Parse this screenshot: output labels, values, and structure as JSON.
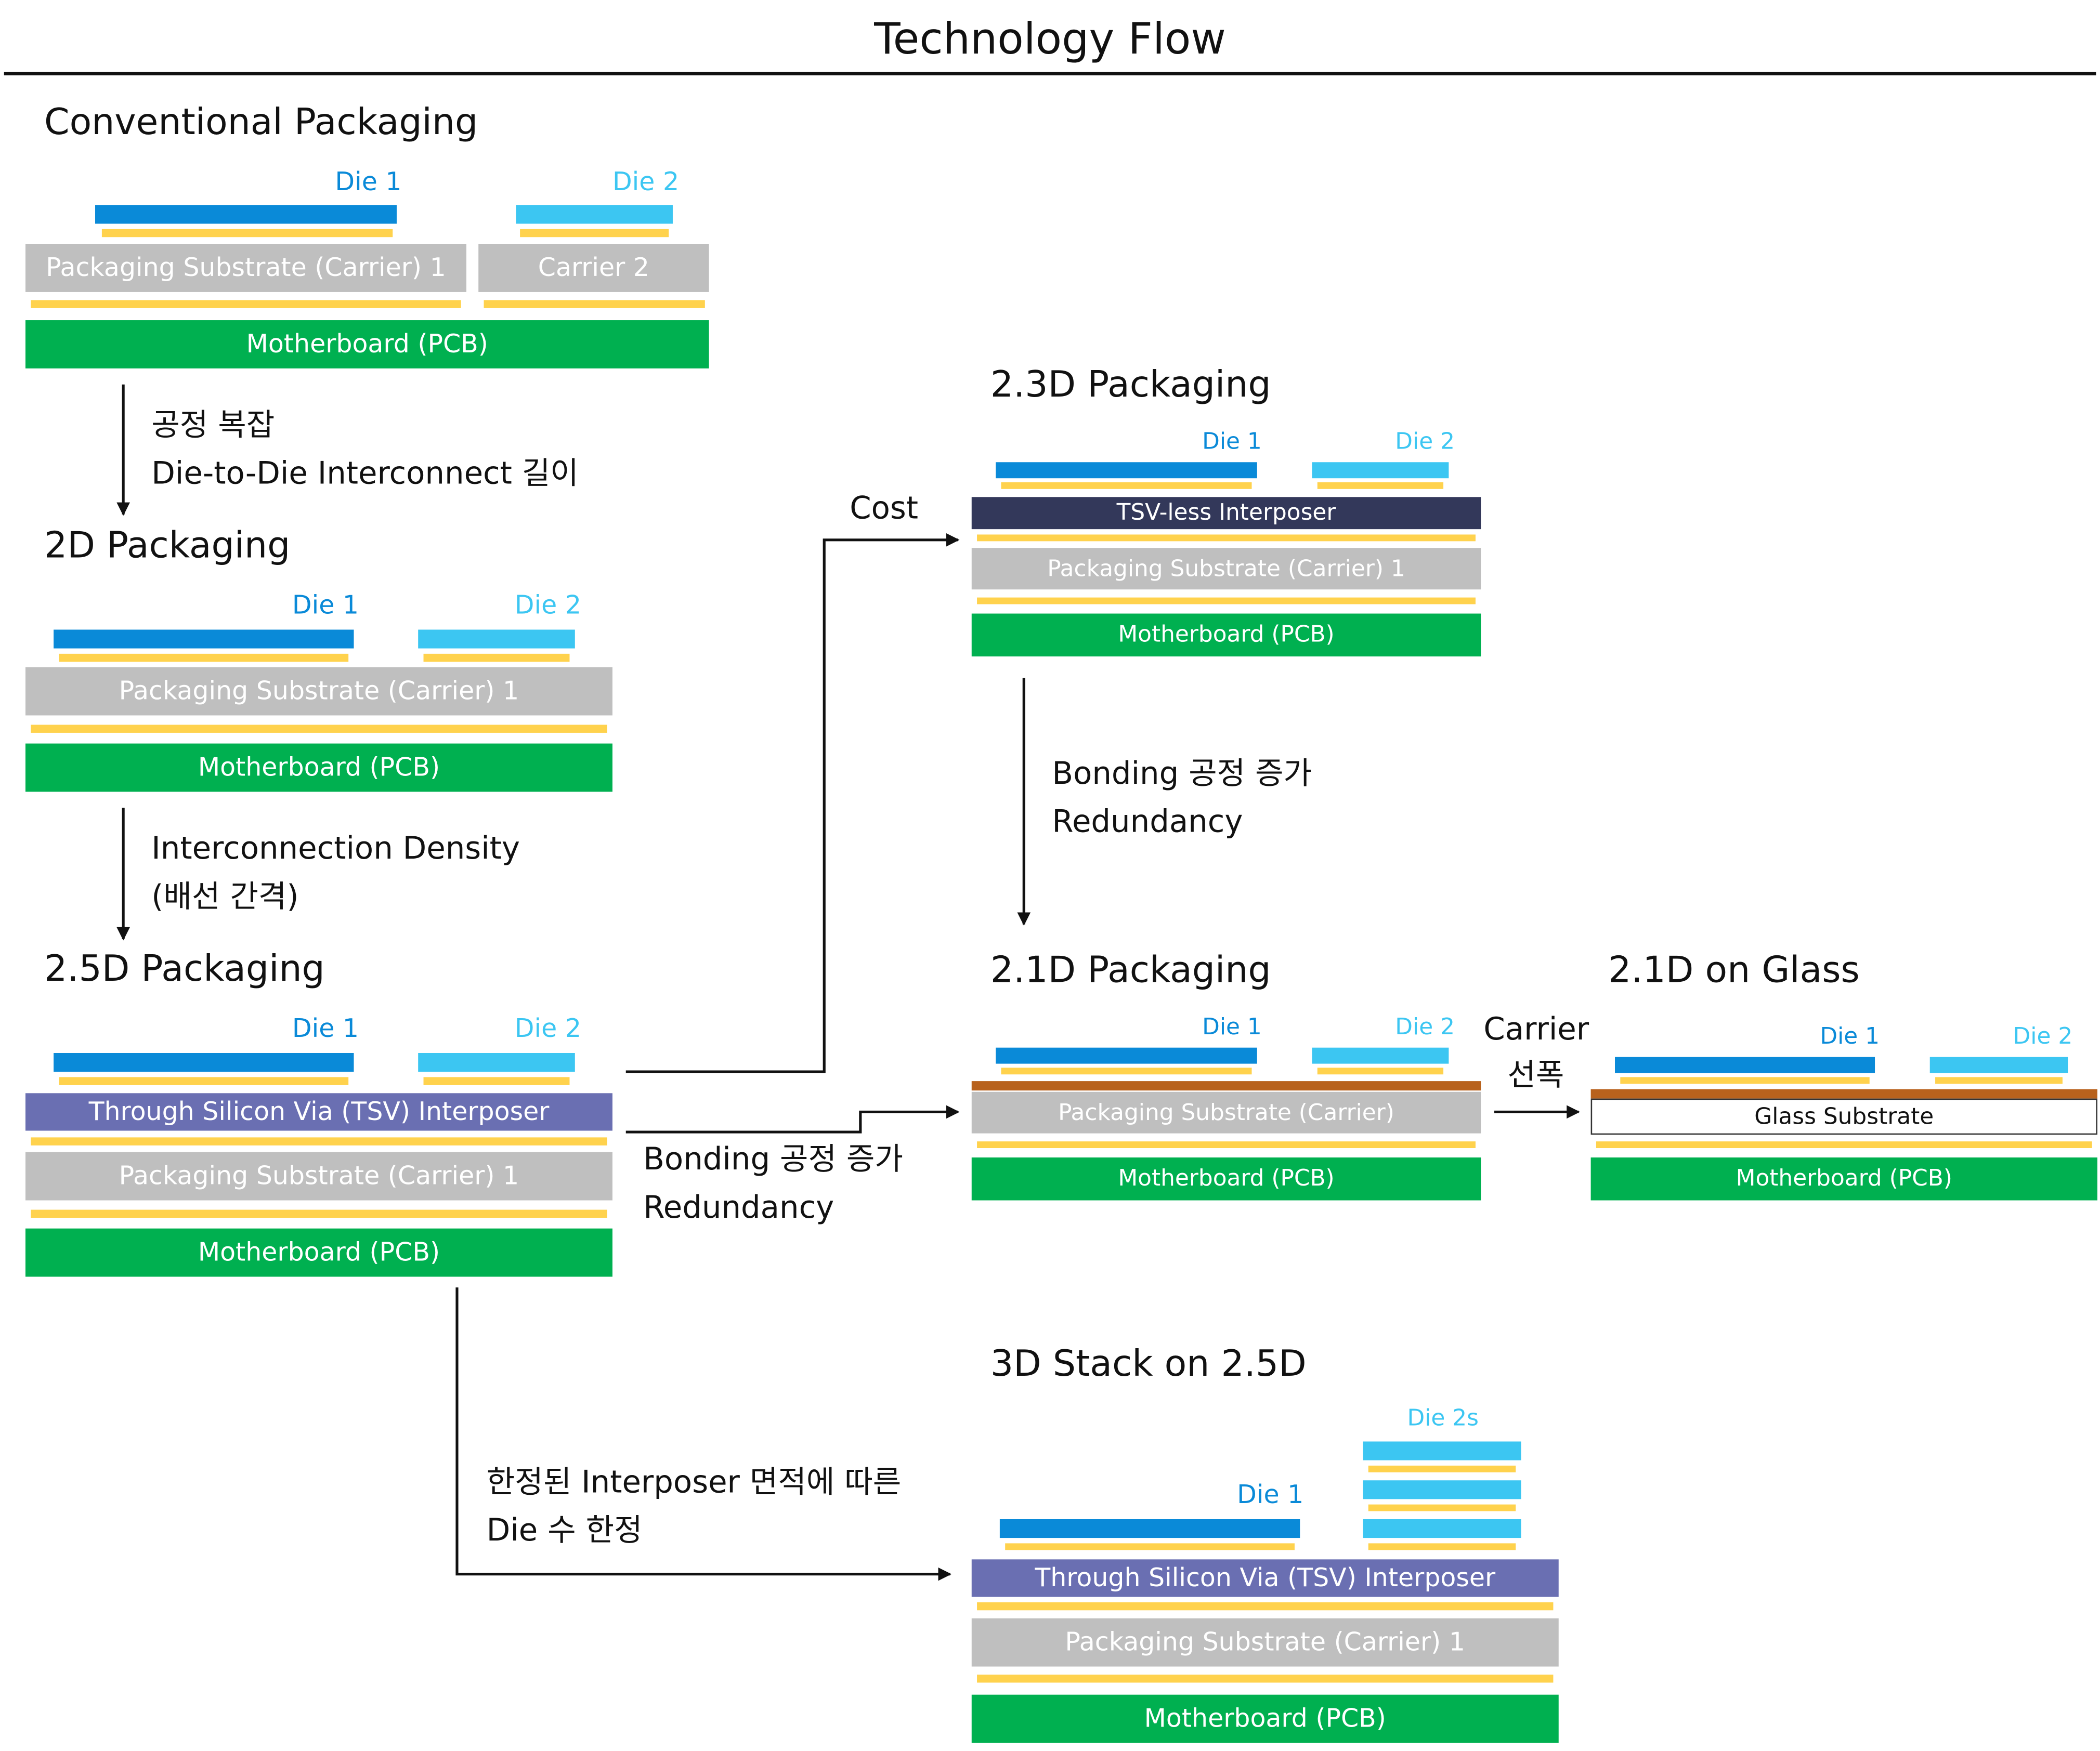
{
  "title": "Technology Flow",
  "sections": {
    "conventional": {
      "title": "Conventional Packaging",
      "die1": "Die 1",
      "die2": "Die 2",
      "carrier1": "Packaging Substrate (Carrier) 1",
      "carrier2": "Carrier 2",
      "pcb": "Motherboard (PCB)"
    },
    "p2d": {
      "title": "2D Packaging",
      "die1": "Die 1",
      "die2": "Die 2",
      "substrate": "Packaging Substrate (Carrier) 1",
      "pcb": "Motherboard (PCB)"
    },
    "p25d": {
      "title": "2.5D Packaging",
      "die1": "Die 1",
      "die2": "Die 2",
      "interposer": "Through Silicon Via (TSV) Interposer",
      "substrate": "Packaging Substrate (Carrier) 1",
      "pcb": "Motherboard (PCB)"
    },
    "p23d": {
      "title": "2.3D Packaging",
      "die1": "Die 1",
      "die2": "Die 2",
      "interposer": "TSV-less Interposer",
      "substrate": "Packaging Substrate (Carrier) 1",
      "pcb": "Motherboard (PCB)"
    },
    "p21d": {
      "title": "2.1D Packaging",
      "die1": "Die 1",
      "die2": "Die 2",
      "substrate": "Packaging Substrate (Carrier)",
      "pcb": "Motherboard (PCB)"
    },
    "glass": {
      "title": "2.1D on Glass",
      "die1": "Die 1",
      "die2": "Die 2",
      "substrate": "Glass Substrate",
      "pcb": "Motherboard (PCB)"
    },
    "stack3d": {
      "title": "3D Stack on 2.5D",
      "die1": "Die 1",
      "die2s": "Die 2s",
      "interposer": "Through Silicon Via (TSV) Interposer",
      "substrate": "Packaging Substrate (Carrier) 1",
      "pcb": "Motherboard (PCB)"
    }
  },
  "notes": {
    "conv_to_2d": [
      "공정 복잡",
      "Die-to-Die Interconnect 길이"
    ],
    "d2_to_25d": [
      "Interconnection Density",
      "(배선 간격)"
    ],
    "cost": "Cost",
    "bonding_23d": [
      "Bonding 공정 증가",
      "Redundancy"
    ],
    "bonding_25d": [
      "Bonding 공정 증가",
      "Redundancy"
    ],
    "carrier": [
      "Carrier",
      "선폭"
    ],
    "interposer_limit": [
      "한정된 Interposer 면적에 따른",
      "Die 수 한정"
    ]
  },
  "colors": {
    "die1": "#0a8ad8",
    "die2": "#3cc6f2",
    "solder": "#ffd24d",
    "substrate": "#bfbfbf",
    "pcb": "#00b050",
    "tsv_interposer": "#6a6fb2",
    "tsv_less_interposer": "#33385a",
    "carrier_layer": "#b8621d"
  }
}
